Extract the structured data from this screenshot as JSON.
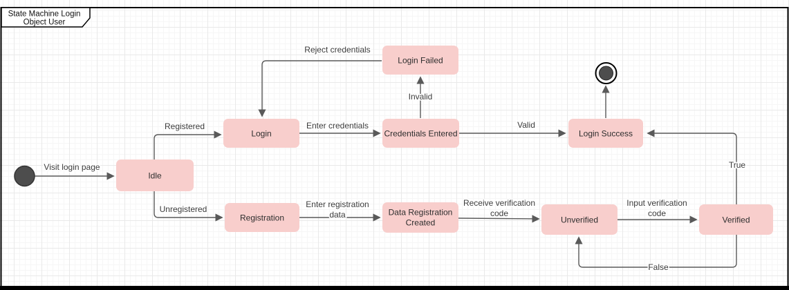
{
  "title": {
    "line1": "State Machine Login",
    "line2": "Object User"
  },
  "states": {
    "idle": "Idle",
    "login": "Login",
    "login_failed": "Login Failed",
    "credentials_entered": "Credentials Entered",
    "login_success": "Login Success",
    "registration": "Registration",
    "data_registration_line1": "Data Registration",
    "data_registration_line2": "Created",
    "unverified": "Unverified",
    "verified": "Verified"
  },
  "transitions": {
    "visit_login_page": "Visit login page",
    "registered": "Registered",
    "unregistered": "Unregistered",
    "enter_credentials": "Enter credentials",
    "reject_credentials": "Reject credentials",
    "invalid": "Invalid",
    "valid": "Valid",
    "enter_registration_line1": "Enter registration",
    "enter_registration_line2": "data",
    "receive_verification_line1": "Receive verification",
    "receive_verification_line2": "code",
    "input_verification_line1": "Input verification",
    "input_verification_line2": "code",
    "true": "True",
    "false": "False"
  },
  "colors": {
    "state_fill": "#f8cecc",
    "edge_stroke": "#595959",
    "text": "#2d2d2d",
    "node_dark": "#4d4d4d",
    "frame_border": "#000000"
  }
}
